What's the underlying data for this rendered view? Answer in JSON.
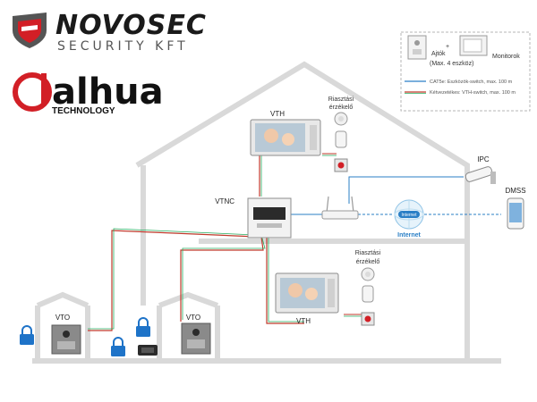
{
  "brand": {
    "name": "NOVOSEC",
    "tagline": "SECURITY KFT",
    "partner": "alhua",
    "partner_sub": "TECHNOLOGY",
    "accent": "#d21f26"
  },
  "legend": {
    "doors": "Ajtók",
    "doors_note": "(Max. 4 eszköz)",
    "monitors": "Monitorok",
    "plus": "+",
    "line1": "CAT5e: Eszközök-switch, max. 100 m",
    "line2": "Kétvezetékes: VTH-switch, max. 100 m",
    "line1_color": "#2a7fc6",
    "line2_color": "#c0392b"
  },
  "devices": {
    "vth_top": "VTH",
    "vth_bottom": "VTH",
    "vtnc": "VTNC",
    "vto_left": "VTO",
    "vto_right": "VTO",
    "ipc": "IPC",
    "dmss": "DMSS",
    "internet": "Internet",
    "alarm_top_1": "Riasztási",
    "alarm_top_2": "érzékelő",
    "alarm_bottom_1": "Riasztási",
    "alarm_bottom_2": "érzékelő"
  },
  "colors": {
    "house": "#d9d9d9",
    "cat5": "#2a7fc6",
    "twowire": "#c0392b",
    "twowire2": "#27ae60",
    "lock": "#1e73c8"
  }
}
